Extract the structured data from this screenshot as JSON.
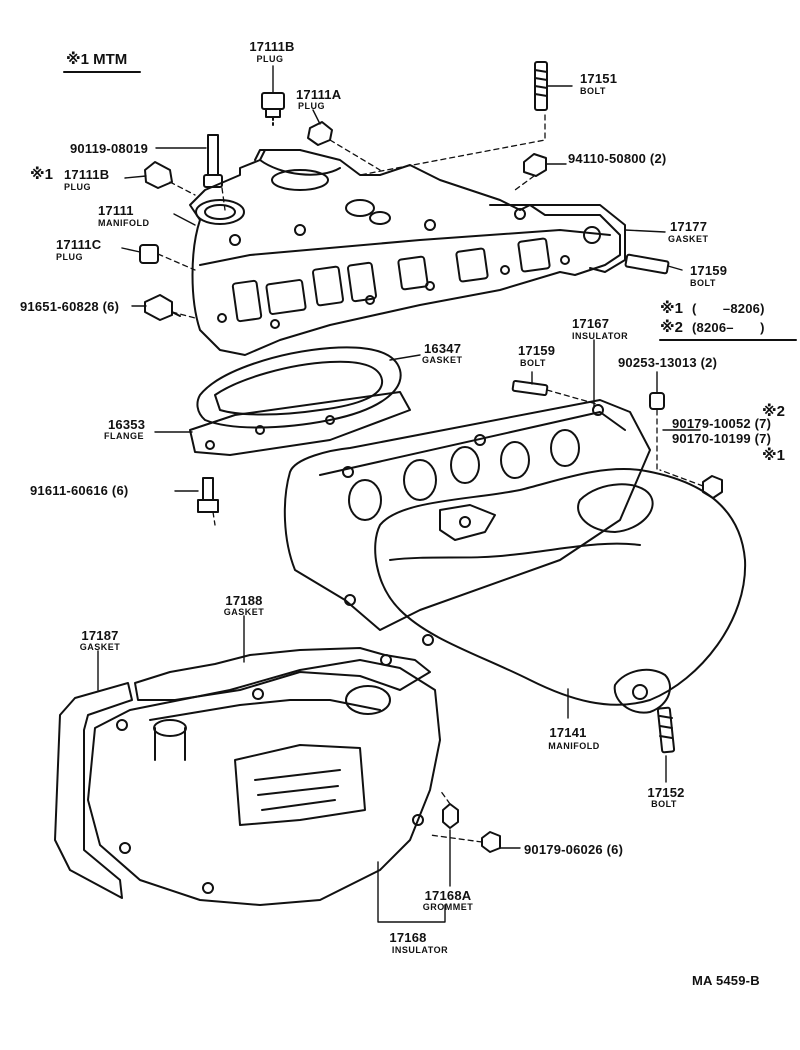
{
  "header": {
    "variant": "※1 MTM"
  },
  "legend": {
    "row1_mark": "※1",
    "row1_range": "(　　–8206)",
    "row2_mark": "※2",
    "row2_range": "(8206–　　)"
  },
  "parts": {
    "p17111B_top": {
      "number": "17111B",
      "name": "PLUG"
    },
    "p17111A": {
      "number": "17111A",
      "name": "PLUG"
    },
    "p17151": {
      "number": "17151",
      "name": "BOLT"
    },
    "p90119": {
      "number": "90119-08019"
    },
    "p94110": {
      "number": "94110-50800 (2)"
    },
    "p17111B_left": {
      "mark": "※1",
      "number": "17111B",
      "name": "PLUG"
    },
    "p17111": {
      "number": "17111",
      "name": "MANIFOLD"
    },
    "p17177": {
      "number": "17177",
      "name": "GASKET"
    },
    "p17111C": {
      "number": "17111C",
      "name": "PLUG"
    },
    "p17159_right": {
      "number": "17159",
      "name": "BOLT"
    },
    "p91651": {
      "number": "91651-60828 (6)"
    },
    "p17167": {
      "number": "17167",
      "name": "INSULATOR"
    },
    "p16347": {
      "number": "16347",
      "name": "GASKET"
    },
    "p17159_mid": {
      "number": "17159",
      "name": "BOLT"
    },
    "p90253": {
      "number": "90253-13013 (2)"
    },
    "p16353": {
      "number": "16353",
      "name": "FLANGE"
    },
    "p90179_10052": {
      "number": "90179-10052 (7)",
      "mark": "※2"
    },
    "p90170_10199": {
      "number": "90170-10199 (7)",
      "mark": "※1"
    },
    "p91611": {
      "number": "91611-60616 (6)"
    },
    "p17188": {
      "number": "17188",
      "name": "GASKET"
    },
    "p17187": {
      "number": "17187",
      "name": "GASKET"
    },
    "p17141": {
      "number": "17141",
      "name": "MANIFOLD"
    },
    "p17152": {
      "number": "17152",
      "name": "BOLT"
    },
    "p90179_06026": {
      "number": "90179-06026 (6)"
    },
    "p17168A": {
      "number": "17168A",
      "name": "GROMMET"
    },
    "p17168": {
      "number": "17168",
      "name": "INSULATOR"
    }
  },
  "footer": {
    "code": "MA  5459-B"
  }
}
